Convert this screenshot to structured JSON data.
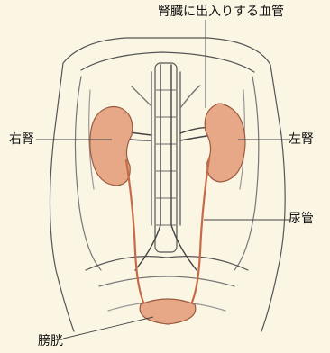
{
  "labels": {
    "renal_vessels": "腎臓に出入りする血管",
    "right_kidney": "右腎",
    "left_kidney": "左腎",
    "ureter": "尿管",
    "bladder": "膀胱"
  },
  "colors": {
    "background": "#fbf5e3",
    "organ_fill": "#e7a888",
    "organ_stroke": "#9a5a3e",
    "line": "#444444"
  }
}
